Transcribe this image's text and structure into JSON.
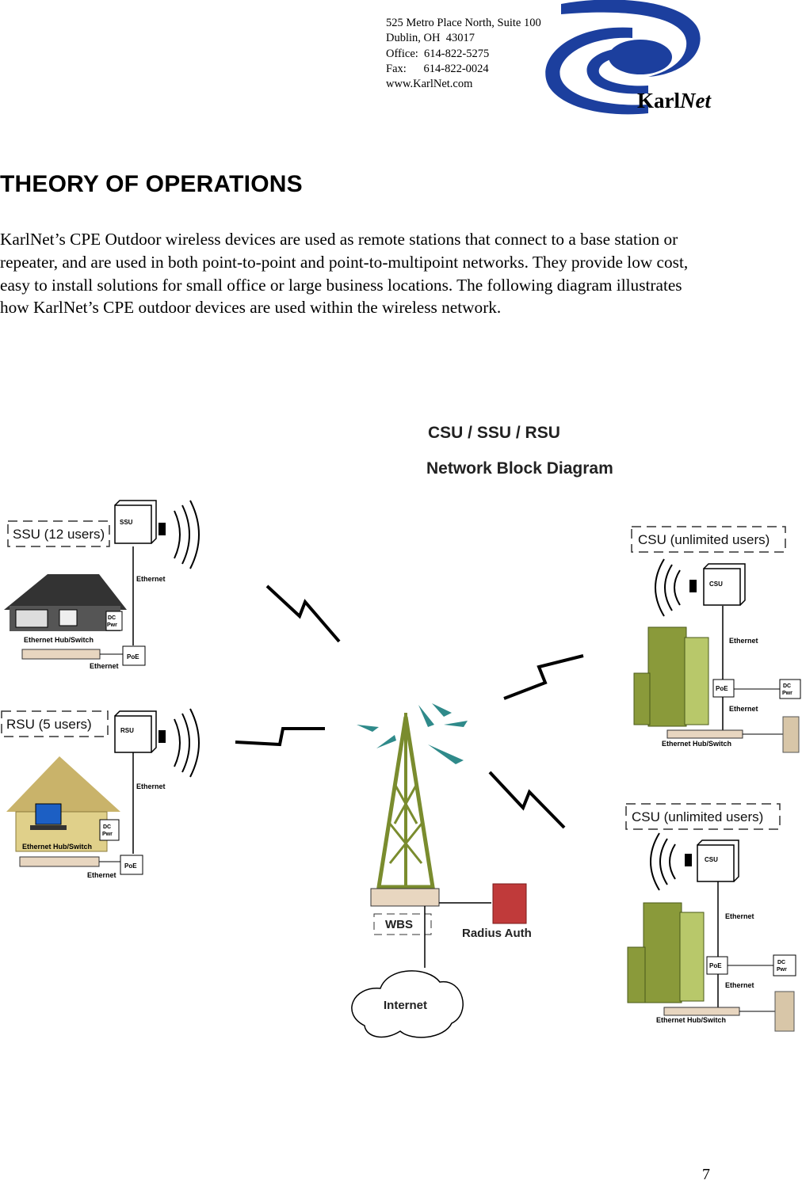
{
  "header": {
    "address_lines": [
      "525 Metro Place North, Suite 100",
      "Dublin, OH  43017",
      "Office:  614-822-5275",
      "Fax:      614-822-0024",
      "www.KarlNet.com"
    ],
    "logo_text_a": "Karl",
    "logo_text_b": "Net"
  },
  "section": {
    "title": "THEORY OF OPERATIONS",
    "paragraph": "KarlNet’s CPE Outdoor wireless devices are used as remote stations that connect to a base station or repeater, and are used in both point-to-point and point-to-multipoint networks.  They provide low cost, easy to install solutions for small office or large business locations.  The following diagram illustrates how KarlNet’s CPE outdoor devices are used within the wireless network."
  },
  "diagram": {
    "title_line1": "CSU / SSU / RSU",
    "title_line2": "Network Block Diagram",
    "ssu_label": "SSU (12 users)",
    "ssu_box": "SSU",
    "rsu_label": "RSU (5 users)",
    "rsu_box": "RSU",
    "csu_label": "CSU (unlimited users)",
    "csu_box": "CSU",
    "ethernet": "Ethernet",
    "hub": "Ethernet Hub/Switch",
    "poe": "PoE",
    "dc_line1": "DC",
    "dc_line2": "Pwr",
    "wbs": "WBS",
    "radius": "Radius Auth",
    "internet": "Internet"
  },
  "page_number": "7"
}
